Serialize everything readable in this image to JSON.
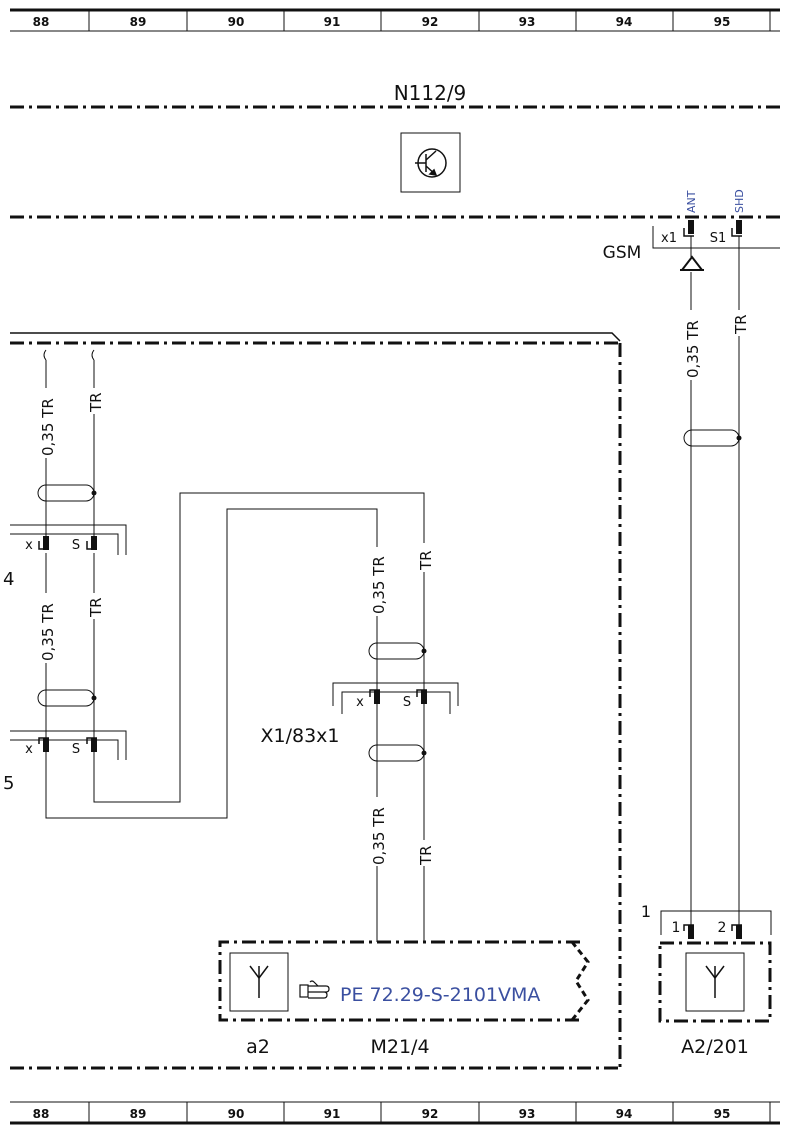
{
  "grid_columns": [
    "88",
    "89",
    "90",
    "91",
    "92",
    "93",
    "94",
    "95"
  ],
  "module": {
    "name": "N112/9",
    "connector": "GSM",
    "pins": [
      "x1",
      "S1"
    ],
    "pin_signals": [
      "ANT",
      "SHD"
    ]
  },
  "wires": {
    "size_left_top": "0,35 TR",
    "color_left_top": "TR",
    "size_left_mid": "0,35 TR",
    "color_left_mid": "TR",
    "size_mid_top": "0,35 TR",
    "color_mid_top": "TR",
    "size_mid_bot": "0,35 TR",
    "color_mid_bot": "TR",
    "size_right": "0,35 TR",
    "color_right": "TR"
  },
  "connectors": {
    "left_upper_pins": [
      "x",
      "S"
    ],
    "left_lower_pins": [
      "x",
      "S"
    ],
    "mid_pins": [
      "x",
      "S"
    ],
    "mid_label": "X1/83x1",
    "left_upper_cut": "4",
    "left_lower_cut": "5"
  },
  "antenna_right": {
    "pins": [
      "1",
      "2"
    ],
    "group": "1",
    "label": "A2/201"
  },
  "antenna_left": {
    "label_a": "a2",
    "label_m": "M21/4",
    "ref_icon": "pointing-hand-icon",
    "ref_text": "PE 72.29-S-2101VMA"
  },
  "colors": {
    "line": "#111111",
    "signal_text": "#3a4fa0"
  }
}
